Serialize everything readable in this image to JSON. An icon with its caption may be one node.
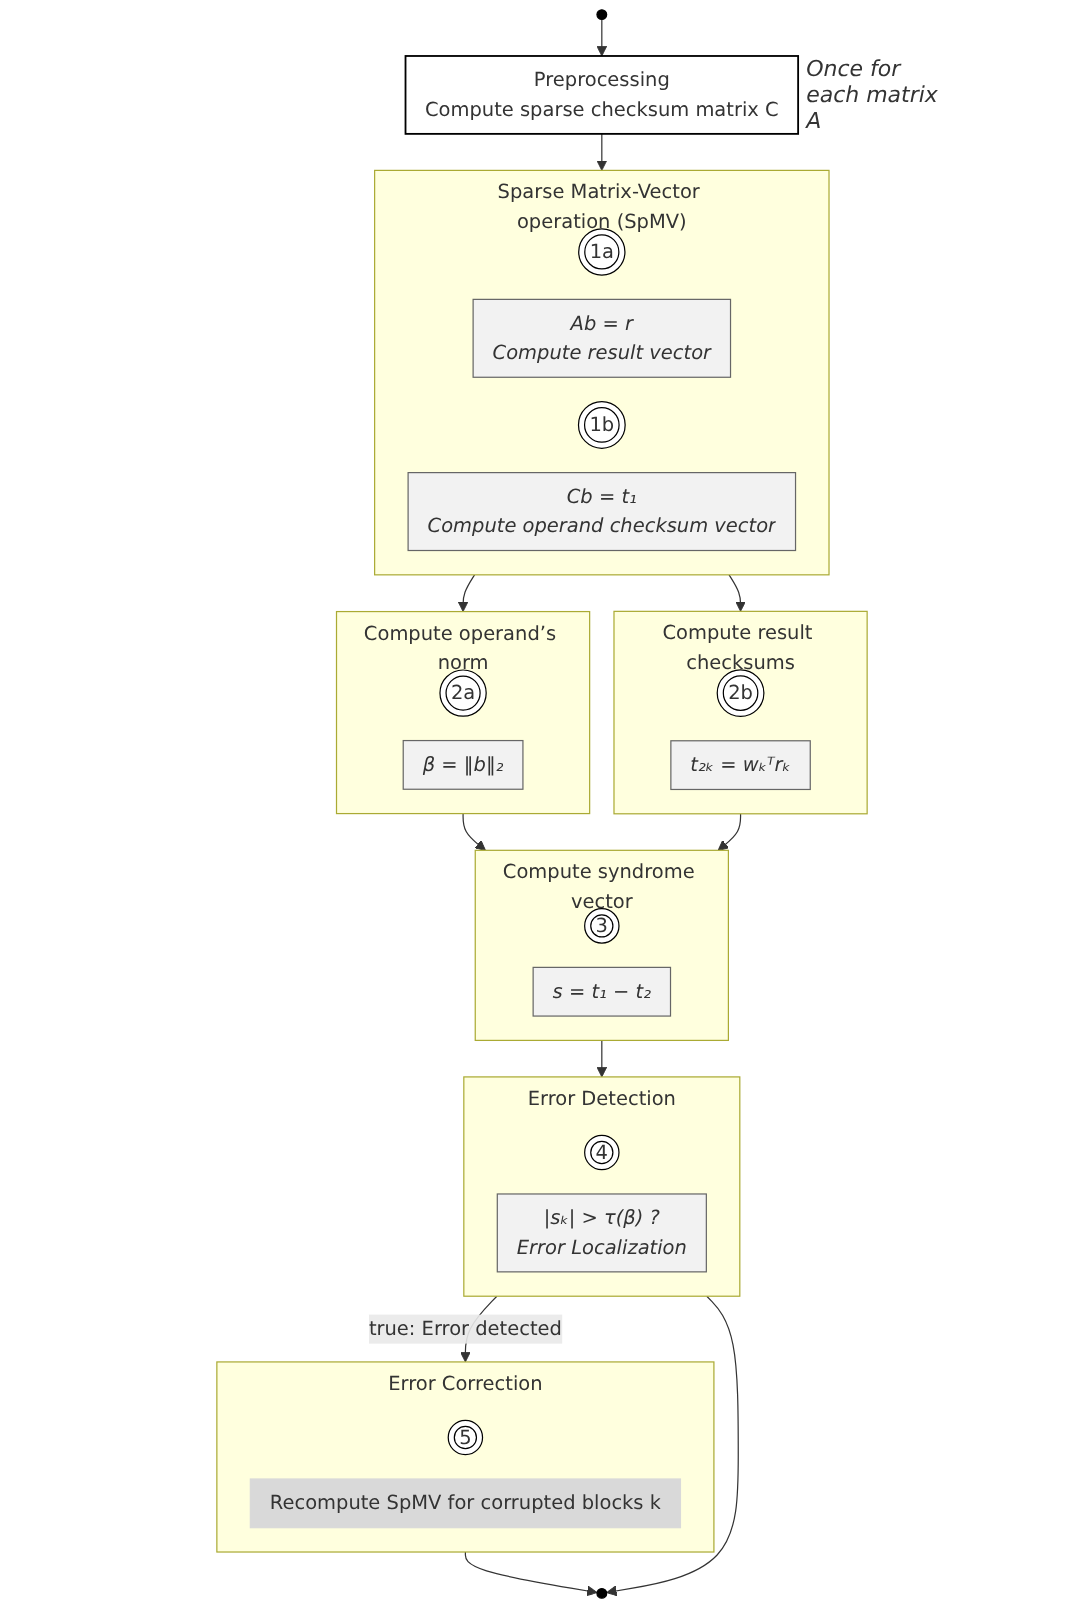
{
  "diagram": {
    "nodes": [
      {
        "text": [],
        "shape": "circle"
      },
      {
        "text": [
          "Preprocessing",
          "Compute  sparse checksum matrix C"
        ],
        "beside": [
          "Once for each matrix A"
        ]
      },
      {
        "text": [
          "Sparse Matrix-Vector operation (SpMV)"
        ]
      },
      {
        "text": [
          "1a"
        ],
        "in": 2
      },
      {
        "text": [
          "Ab = r",
          "Compute result vector"
        ],
        "in": 2
      },
      {
        "text": [
          "1b"
        ],
        "in": 2
      },
      {
        "text": [
          "Cb = t₁",
          "Compute operand checksum vector"
        ],
        "in": 2
      },
      {
        "text": [
          "Compute operand’s norm"
        ]
      },
      {
        "text": [
          "2a"
        ],
        "in": 7
      },
      {
        "text": [
          "β = ‖b‖₂"
        ],
        "in": 7
      },
      {
        "text": [
          "Compute result checksums"
        ]
      },
      {
        "text": [
          "2b"
        ],
        "in": 10
      },
      {
        "text": [
          "t₂ₖ = wₖᵀrₖ"
        ],
        "in": 10
      },
      {
        "text": [
          "Compute syndrome vector"
        ]
      },
      {
        "text": [
          "3"
        ],
        "in": 13
      },
      {
        "text": [
          "s = t₁ − t₂"
        ],
        "in": 13
      },
      {
        "text": [
          "Error Detection"
        ]
      },
      {
        "text": [
          "4"
        ],
        "in": 16
      },
      {
        "text": [
          "|sₖ| > τ(β) ?",
          "Error Localization"
        ],
        "in": 16
      },
      {
        "text": [
          "Error Correction"
        ]
      },
      {
        "text": [
          "5"
        ],
        "in": 19
      },
      {
        "text": [
          "Recompute SpMV for corrupted blocks k"
        ],
        "in": 19
      },
      {
        "text": [],
        "shape": "circle"
      }
    ],
    "edges": [
      {
        "from": 0,
        "to": 1,
        "arrow": "to"
      },
      {
        "from": 1,
        "to": 2,
        "arrow": "to"
      },
      {
        "from": 2,
        "to": 7,
        "arrow": "to"
      },
      {
        "from": 2,
        "to": 10,
        "arrow": "to"
      },
      {
        "from": 7,
        "to": 13,
        "arrow": "to"
      },
      {
        "from": 10,
        "to": 13,
        "arrow": "to"
      },
      {
        "from": 13,
        "to": 16,
        "arrow": "to"
      },
      {
        "from": 16,
        "to": 19,
        "arrow": "to",
        "label": "true: Error detected"
      },
      {
        "from": 19,
        "to": 22,
        "arrow": "to"
      },
      {
        "from": 16,
        "to": 22,
        "arrow": "to"
      }
    ]
  }
}
